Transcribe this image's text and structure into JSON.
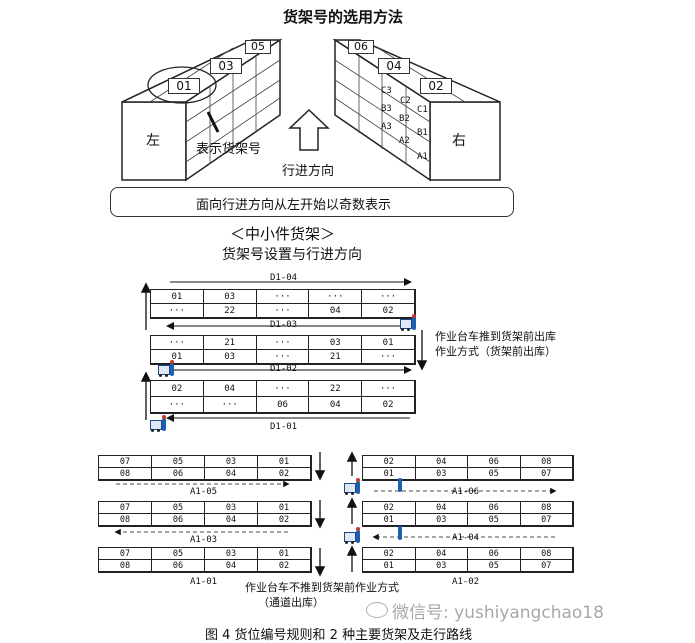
{
  "title": "货架号的选用方法",
  "perspective": {
    "left_side_label": "左",
    "right_side_label": "右",
    "left_tags": [
      "01",
      "03",
      "05"
    ],
    "right_tags": [
      "06",
      "04",
      "02"
    ],
    "right_cells": [
      "C3",
      "C2",
      "C1",
      "B3",
      "B2",
      "B1",
      "A3",
      "A2",
      "A1"
    ],
    "rack_number_note": "表示货架号",
    "direction_label": "行进方向",
    "rule_text": "面向行进方向从左开始以奇数表示"
  },
  "small_parts": {
    "heading": "＜中小件货架＞",
    "subheading": "货架号设置与行进方向",
    "aisle_labels": [
      "D1-04",
      "D1-03",
      "D1-02",
      "D1-01"
    ],
    "racks": [
      [
        [
          "01",
          "03",
          "···",
          "···",
          "···"
        ],
        [
          "···",
          "22",
          "···",
          "04",
          "02"
        ]
      ],
      [
        [
          "···",
          "21",
          "···",
          "03",
          "01"
        ],
        [
          "01",
          "03",
          "···",
          "21",
          "···"
        ]
      ],
      [
        [
          "02",
          "04",
          "···",
          "22",
          "···"
        ],
        [
          "···",
          "···",
          "06",
          "04",
          "02"
        ]
      ]
    ],
    "annotation_line1": "作业台车推到货架前出库",
    "annotation_line2": "作业方式（货架前出库）"
  },
  "bottom": {
    "left_racks": [
      [
        [
          "07",
          "05",
          "03",
          "01"
        ],
        [
          "08",
          "06",
          "04",
          "02"
        ]
      ],
      [
        [
          "07",
          "05",
          "03",
          "01"
        ],
        [
          "08",
          "06",
          "04",
          "02"
        ]
      ],
      [
        [
          "07",
          "05",
          "03",
          "01"
        ],
        [
          "08",
          "06",
          "04",
          "02"
        ]
      ]
    ],
    "right_racks": [
      [
        [
          "02",
          "04",
          "06",
          "08"
        ],
        [
          "01",
          "03",
          "05",
          "07"
        ]
      ],
      [
        [
          "02",
          "04",
          "06",
          "08"
        ],
        [
          "01",
          "03",
          "05",
          "07"
        ]
      ],
      [
        [
          "02",
          "04",
          "06",
          "08"
        ],
        [
          "01",
          "03",
          "05",
          "07"
        ]
      ]
    ],
    "left_aisles": [
      "A1-05",
      "A1-03",
      "A1-01"
    ],
    "right_aisles": [
      "A1-06",
      "A1-04",
      "A1-02"
    ],
    "annotation_line1": "作业台车不推到货架前作业方式",
    "annotation_line2": "（通道出库）"
  },
  "watermark": "微信号: yushiyangchao18",
  "caption": "图 4   货位编号规则和 2 种主要货架及走行路线"
}
